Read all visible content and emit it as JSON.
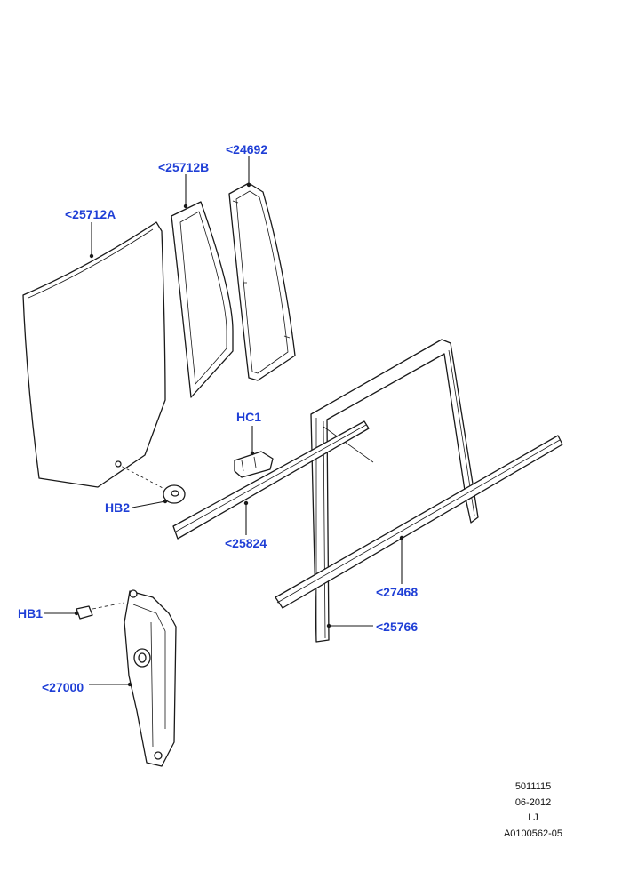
{
  "colors": {
    "callout": "#1f3fd6",
    "line": "#1a1a1a"
  },
  "callouts": {
    "p24692": "<24692",
    "p25712b": "<25712B",
    "p25712a": "<25712A",
    "hc1": "HC1",
    "hb2": "HB2",
    "p25824": "<25824",
    "p27468": "<27468",
    "p25766": "<25766",
    "hb1": "HB1",
    "p27000": "<27000"
  },
  "footer": {
    "line1": "5011115",
    "line2": "06-2012",
    "line3": "LJ",
    "line4": "A0100562-05"
  }
}
